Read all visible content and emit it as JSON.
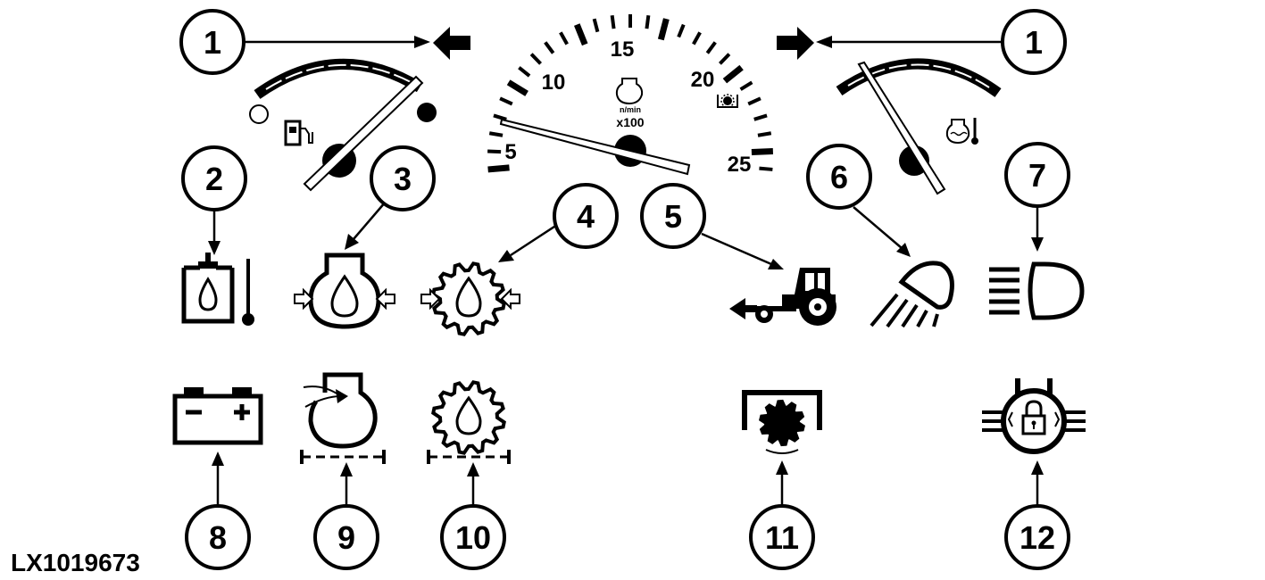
{
  "figure_id": "LX1019673",
  "callouts": [
    "1",
    "2",
    "3",
    "4",
    "5",
    "6",
    "7",
    "8",
    "9",
    "10",
    "11",
    "12"
  ],
  "tachometer": {
    "scale": [
      "5",
      "10",
      "15",
      "20",
      "25"
    ],
    "unit_top": "n/min",
    "unit_bottom": "x100"
  },
  "icons": {
    "left_turn": "left-turn-arrow-icon",
    "right_turn": "right-turn-arrow-icon",
    "fuel": "fuel-pump-icon",
    "hyd_oil_temp": "hydraulic-oil-temperature-icon",
    "engine_oil_pressure": "engine-oil-pressure-icon",
    "transmission_oil_pressure": "transmission-oil-pressure-icon",
    "trailer": "trailer-indicator-icon",
    "work_light": "work-light-icon",
    "high_beam": "high-beam-icon",
    "battery": "battery-charge-icon",
    "engine_air_filter": "engine-air-filter-icon",
    "transmission_oil_filter": "transmission-oil-filter-icon",
    "pto": "pto-icon",
    "diff_lock": "differential-lock-icon",
    "coolant_temp": "coolant-temperature-icon",
    "preheat": "preheat-icon"
  }
}
